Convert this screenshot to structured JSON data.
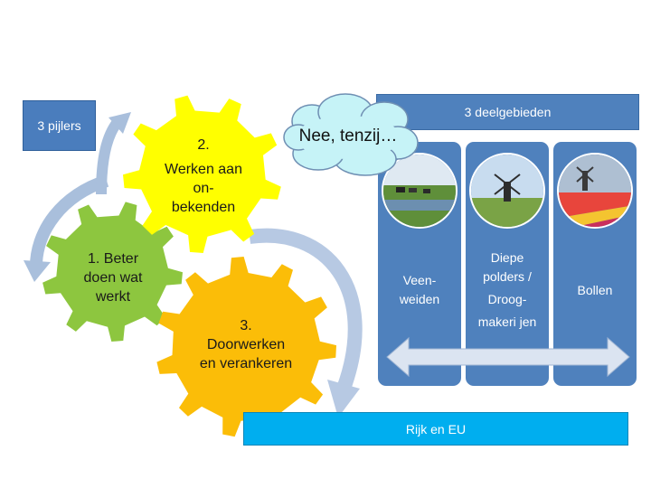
{
  "pillars_label": "3 pijlers",
  "subareas_title": "3 deelgebieden",
  "bottom_bar": "Rijk en EU",
  "cloud_text": "Nee, tenzij…",
  "gears": [
    {
      "lines": [
        "1. Beter",
        "doen wat",
        "werkt"
      ],
      "color": "#8dc63f"
    },
    {
      "lines": [
        "2.",
        "Werken aan",
        "on-",
        "bekenden"
      ],
      "color": "#ffff00"
    },
    {
      "lines": [
        "3.",
        "Doorwerken",
        "en verankeren"
      ],
      "color": "#fbbd08"
    }
  ],
  "subareas": [
    {
      "lines": [
        "Veen-",
        "weiden"
      ],
      "photo": "cows-meadow-photo"
    },
    {
      "lines": [
        "Diepe",
        "polders  /",
        "Droog-",
        "makeri jen"
      ],
      "photo": "windmill-polder-photo"
    },
    {
      "lines": [
        "Bollen"
      ],
      "photo": "tulip-field-photo"
    }
  ],
  "colors": {
    "box_blue": "#4f81bd",
    "bar_cyan": "#00aeef",
    "arrow": "#a9bfdc",
    "cloud": "#c6f3f7"
  }
}
